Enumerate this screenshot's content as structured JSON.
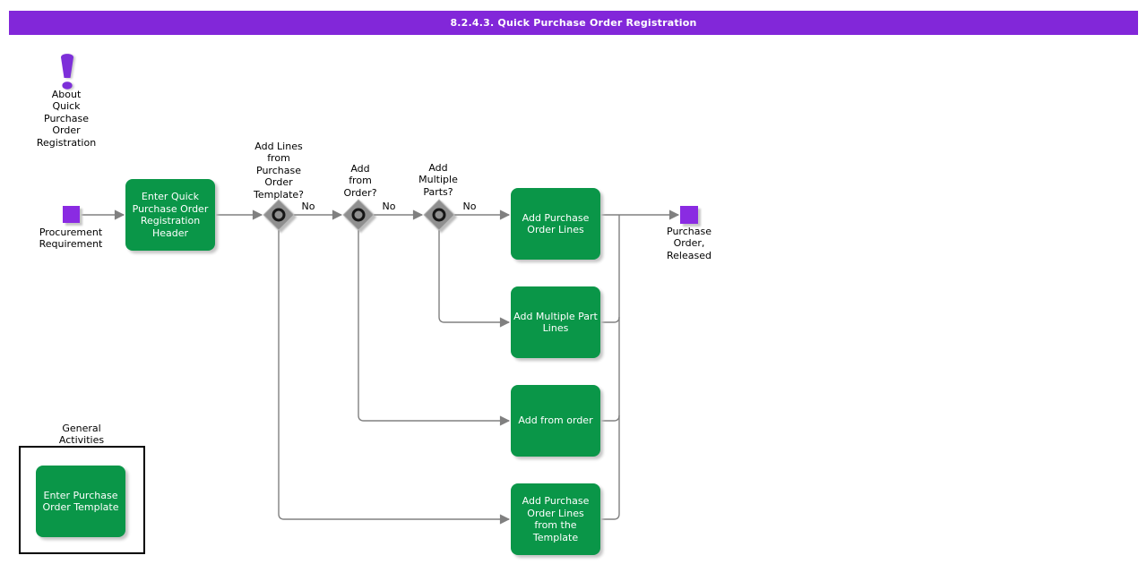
{
  "header": {
    "title": "8.2.4.3. Quick Purchase Order Registration"
  },
  "about": {
    "label": "About\nQuick\nPurchase\nOrder\nRegistration"
  },
  "events": {
    "start": {
      "label": "Procurement\nRequirement"
    },
    "end": {
      "label": "Purchase\nOrder,\nReleased"
    }
  },
  "activities": {
    "enter_header": {
      "label": "Enter Quick\nPurchase Order\nRegistration\nHeader"
    },
    "add_po_lines": {
      "label": "Add Purchase\nOrder Lines"
    },
    "add_multiple_part_lines": {
      "label": "Add Multiple Part\nLines"
    },
    "add_from_order": {
      "label": "Add from order"
    },
    "add_po_lines_from_template": {
      "label": "Add Purchase\nOrder Lines\nfrom the\nTemplate"
    },
    "enter_po_template": {
      "label": "Enter Purchase\nOrder Template"
    }
  },
  "decisions": [
    {
      "label": "Add Lines\nfrom\nPurchase\nOrder\nTemplate?",
      "edge_label": "No"
    },
    {
      "label": "Add\nfrom\nOrder?",
      "edge_label": "No"
    },
    {
      "label": "Add\nMultiple\nParts?",
      "edge_label": "No"
    }
  ],
  "sections": {
    "general_activities": {
      "label": "General\nActivities"
    }
  },
  "colors": {
    "title_bar": "#8227d9",
    "event_node": "#8a2be2",
    "activity_node": "#0a9648",
    "connector": "#808080",
    "decision_node": "#8f8f8f"
  }
}
